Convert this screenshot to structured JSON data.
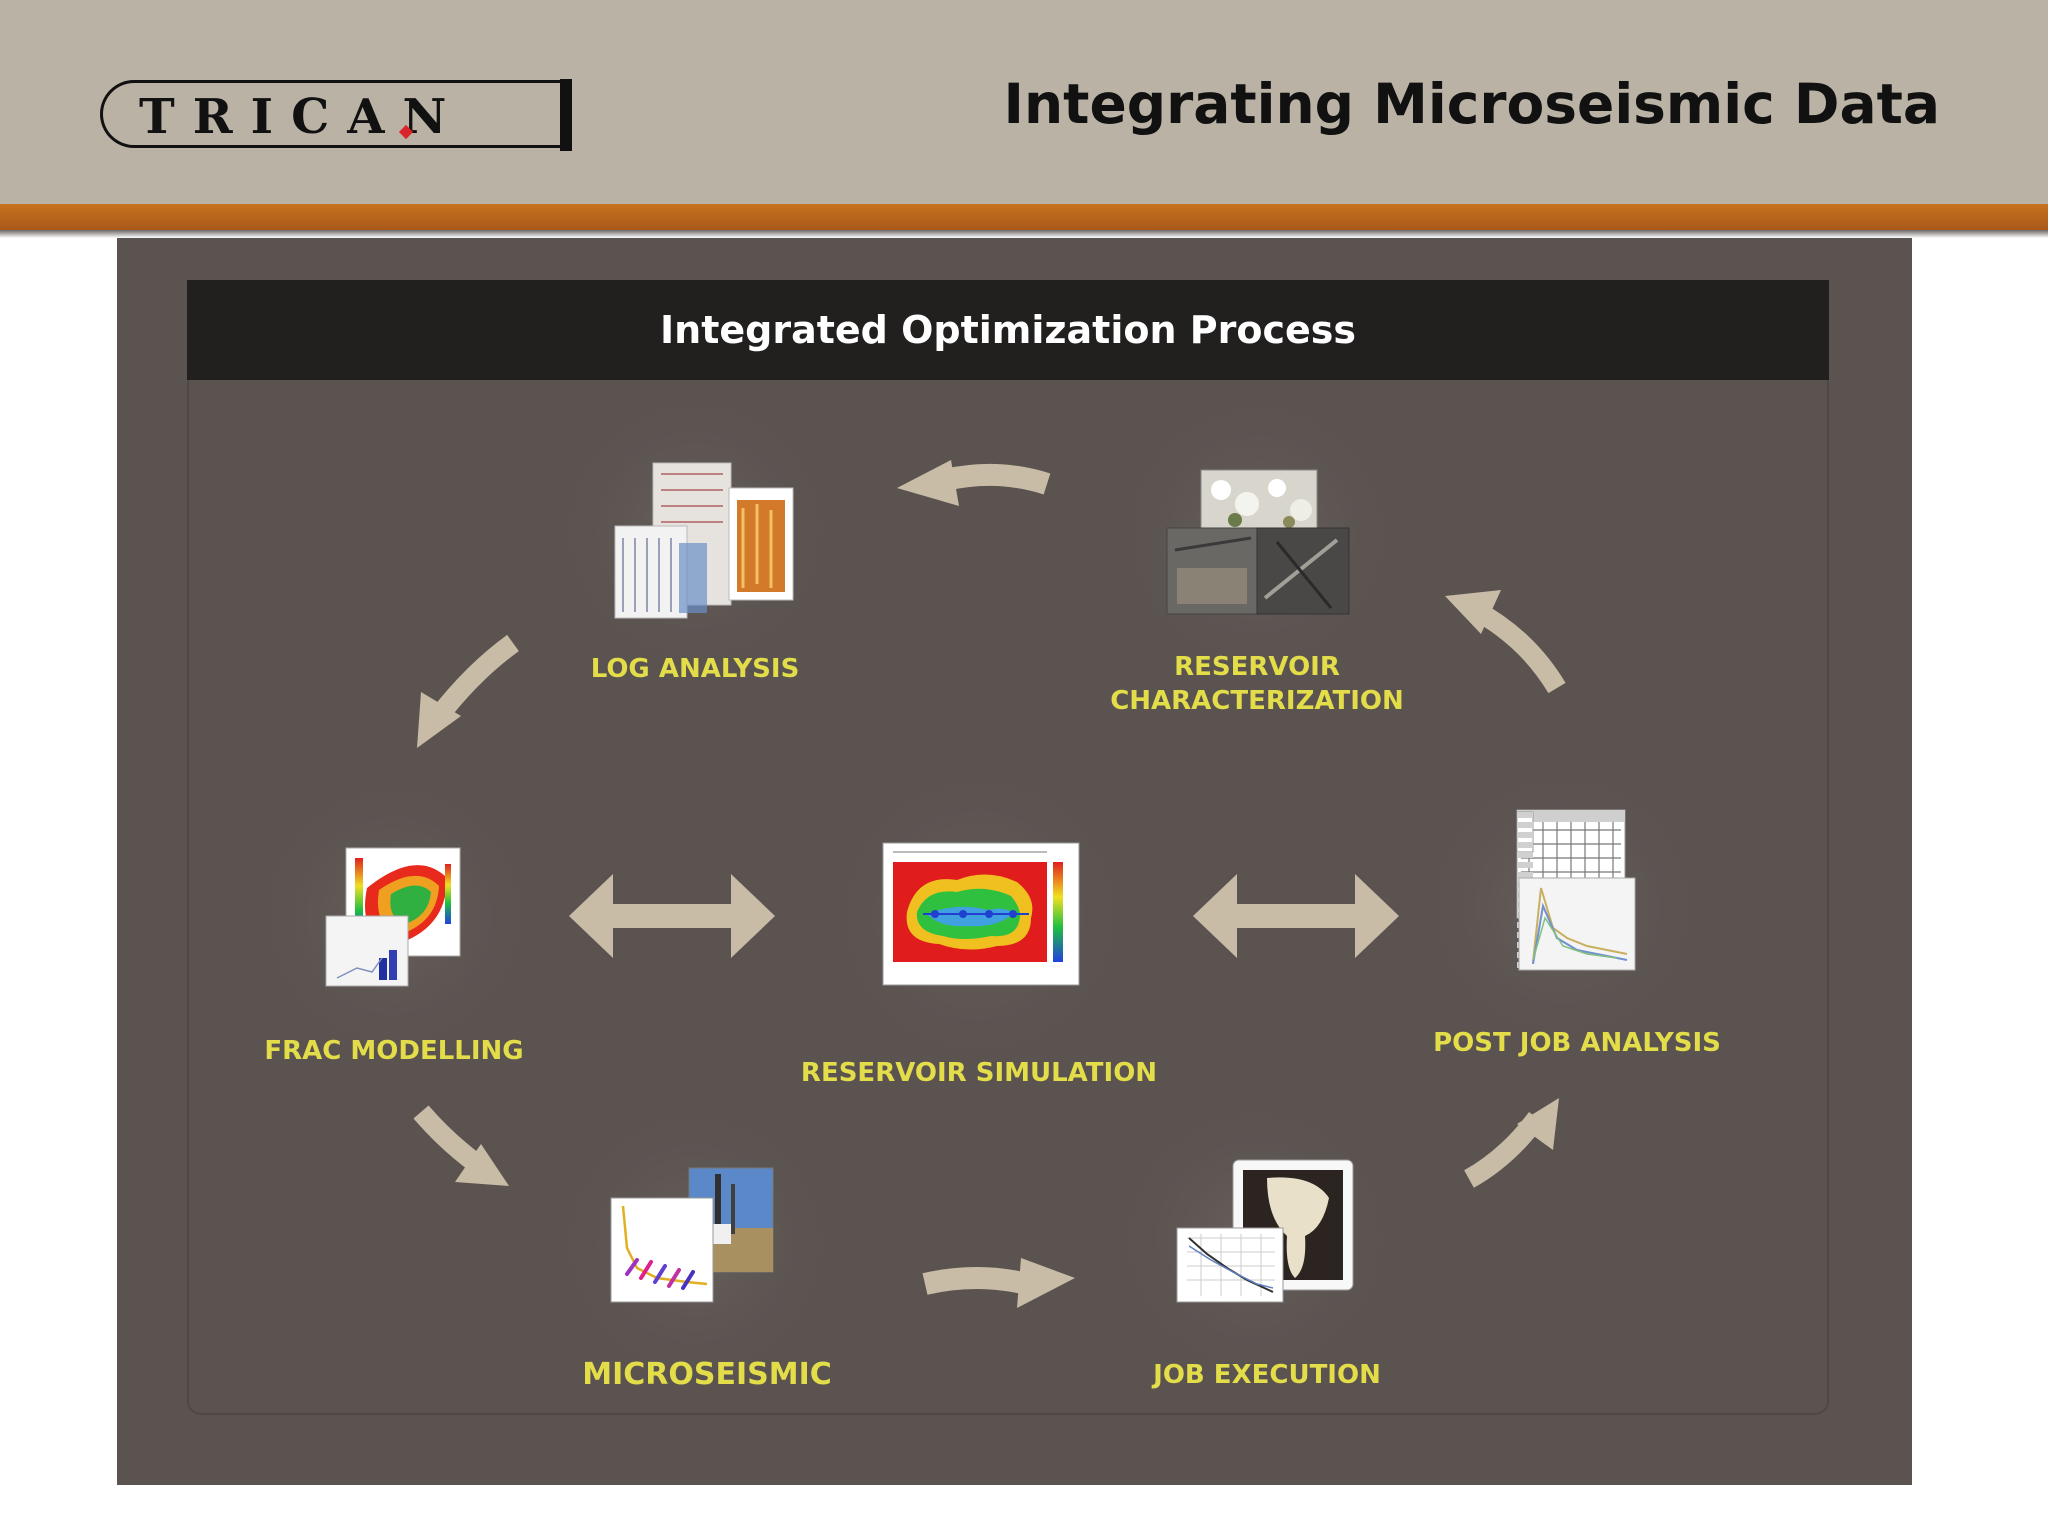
{
  "header": {
    "logo_text": "TRICAN",
    "title": "Integrating Microseismic Data"
  },
  "panel": {
    "title": "Integrated Optimization Process"
  },
  "nodes": {
    "log_analysis": "LOG ANALYSIS",
    "reservoir_characterization_line1": "RESERVOIR",
    "reservoir_characterization_line2": "CHARACTERIZATION",
    "frac_modelling": "FRAC MODELLING",
    "reservoir_simulation": "RESERVOIR SIMULATION",
    "post_job_analysis": "POST JOB ANALYSIS",
    "microseismic": "MICROSEISMIC",
    "job_execution": "JOB EXECUTION"
  },
  "colors": {
    "header_bg": "#bab2a5",
    "accent_band": "#c8731e",
    "panel_bg": "#5b5350",
    "panel_head_bg": "#221f1f",
    "label_color": "#e3dd4a",
    "arrow_color": "#c8bca6"
  }
}
